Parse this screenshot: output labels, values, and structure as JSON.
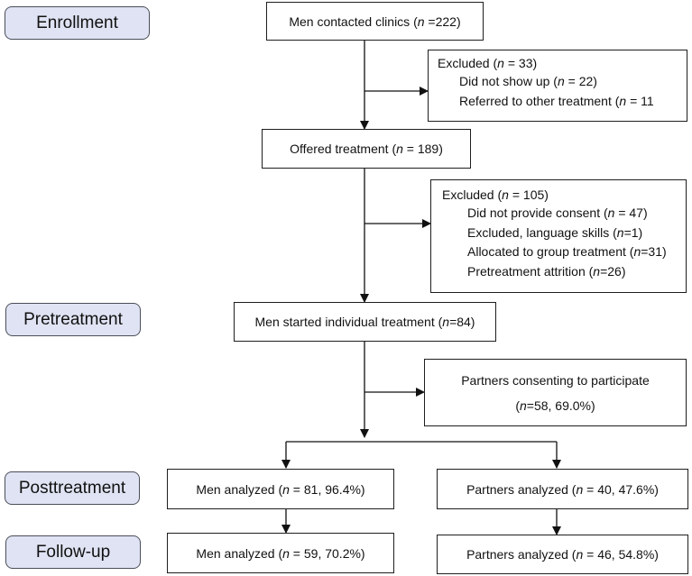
{
  "stages": {
    "enrollment": "Enrollment",
    "pretreatment": "Pretreatment",
    "posttreatment": "Posttreatment",
    "followup": "Follow-up"
  },
  "n_symbol": "n",
  "boxes": {
    "contacted": {
      "pre": "Men contacted clinics (",
      "post": " =222)"
    },
    "excluded1": {
      "pre": "Excluded (",
      "post": " = 33)",
      "items": [
        {
          "pre": "Did not show up (",
          "post": " = 22)"
        },
        {
          "pre": "Referred to other treatment (",
          "post": " = 11"
        }
      ]
    },
    "offered": {
      "pre": "Offered treatment (",
      "post": " = 189)"
    },
    "excluded2": {
      "pre": "Excluded (",
      "post": " = 105)",
      "items": [
        {
          "pre": "Did not provide consent (",
          "post": " = 47)"
        },
        {
          "pre": "Excluded, language skills (",
          "post": "=1)"
        },
        {
          "pre": "Allocated to group treatment (",
          "post": "=31)"
        },
        {
          "pre": "Pretreatment attrition (",
          "post": "=26)"
        }
      ]
    },
    "started": {
      "pre": "Men started individual treatment (",
      "post": "=84)"
    },
    "partners_consent": {
      "line1": "Partners consenting to participate",
      "pre": "(",
      "post": "=58, 69.0%)"
    },
    "men_post": {
      "pre": "Men analyzed (",
      "post": " = 81, 96.4%)"
    },
    "partners_post": {
      "pre": "Partners analyzed (",
      "post": " = 40, 47.6%)"
    },
    "men_follow": {
      "pre": "Men analyzed (",
      "post": " = 59, 70.2%)"
    },
    "partners_follow": {
      "pre": "Partners analyzed (",
      "post": " = 46, 54.8%)"
    }
  }
}
